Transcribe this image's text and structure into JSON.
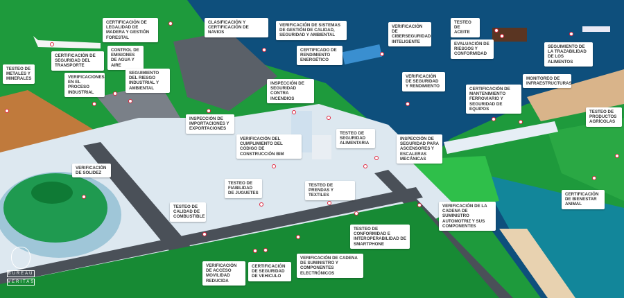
{
  "brand": {
    "logo_text_top": "BUREAU",
    "logo_text_bottom": "VERITAS"
  },
  "colors": {
    "forest": "#1e9a3c",
    "sea": "#0e4f7c",
    "road": "#4a5058",
    "plaza": "#dde8f0",
    "label_line": "#e0243c",
    "label_bg": "#ffffff"
  },
  "labels": [
    "Certificación de legalidad de madera y gestión forestal",
    "Certificación de seguridad del transporte",
    "Control de emisiones de agua y aire",
    "Testeo de metales y minerales",
    "Verificaciones en el proceso industrial",
    "Seguimiento del riesgo industrial y ambiental",
    "Clasificación y certificación de navios",
    "Verificación de sistemas de gestión de calidad, seguridad y ambiental",
    "Certificado de rendimiento energético",
    "Verificación de ciberseguridad inteligente",
    "Testeo de aceite",
    "Evaluación de riesgos y conformidad",
    "Seguimiento de la trazabilidad de los alimentos",
    "Inspección de seguridad contra incendios",
    "Inspección de importaciones y exportaciones",
    "Verificación de seguridad y rendimiento",
    "Certificación de mantenimiento ferroviario y seguridad de equipos",
    "Monitoreo de infraestructuras",
    "Testeo de productos agrícolas",
    "Verificación del cumplimiento del código de construcción BIM",
    "Testeo de seguridad alimentaria",
    "Inspección de seguridad para ascensores y escaleras mecánicas",
    "Verificación de solidez",
    "Testeo de fiabilidad de juguetes",
    "Testeo de prendas y textiles",
    "Testeo de calidad de combustible",
    "Verificación de la cadena de suministro automotriz y sus componentes",
    "Certificación de bienestar animal",
    "Testeo de conformidad e interoperabilidad de smartphone",
    "Verificación de cadena de suministro y componentes electrónicos",
    "Verificación de acceso movilidad reducida",
    "Certificación de seguridad de vehiculo"
  ]
}
